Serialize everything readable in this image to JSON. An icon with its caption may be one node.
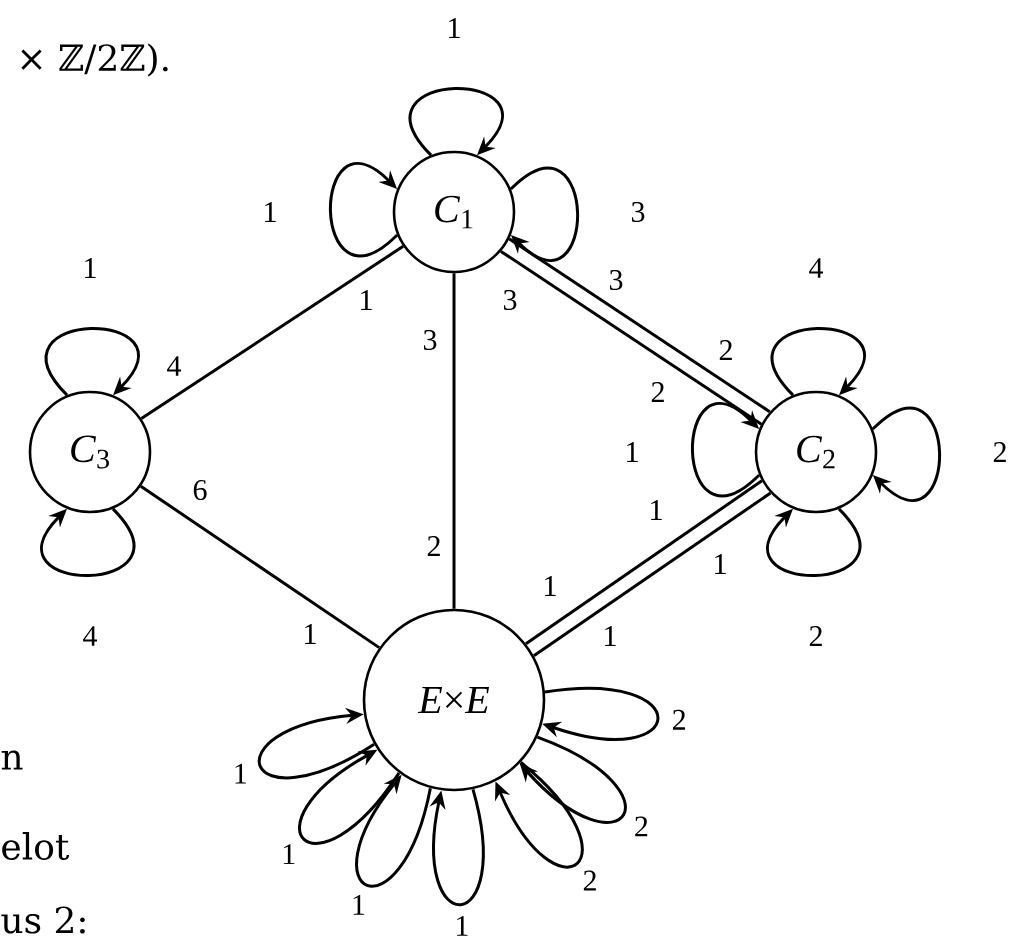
{
  "diagram": {
    "nodes": [
      {
        "text": [
          "*C*$_{1}$"
        ]
      },
      {
        "text": [
          "*C*$_{2}$"
        ]
      },
      {
        "text": [
          "*C*$_{3}$"
        ]
      },
      {
        "text": [
          "*E*×*E*"
        ]
      }
    ],
    "edges": [
      {
        "from": 0,
        "to": 2,
        "arrow": "none"
      },
      {
        "from": 0,
        "to": 3,
        "arrow": "none"
      },
      {
        "from": 0,
        "to": 1,
        "arrow": "none"
      },
      {
        "from": 0,
        "to": 1,
        "arrow": "none"
      },
      {
        "from": 2,
        "to": 3,
        "arrow": "none"
      },
      {
        "from": 1,
        "to": 3,
        "arrow": "none"
      },
      {
        "from": 1,
        "to": 3,
        "arrow": "none"
      },
      {
        "from": 0,
        "to": 0,
        "arrow": "to",
        "label": "1"
      },
      {
        "from": 0,
        "to": 0,
        "arrow": "to",
        "label": "1"
      },
      {
        "from": 0,
        "to": 0,
        "arrow": "to",
        "label": "3"
      },
      {
        "from": 1,
        "to": 1,
        "arrow": "to",
        "label": "4"
      },
      {
        "from": 1,
        "to": 1,
        "arrow": "to",
        "label": "1"
      },
      {
        "from": 1,
        "to": 1,
        "arrow": "to",
        "label": "2"
      },
      {
        "from": 1,
        "to": 1,
        "arrow": "to",
        "label": "2"
      },
      {
        "from": 2,
        "to": 2,
        "arrow": "to",
        "label": "1"
      },
      {
        "from": 2,
        "to": 2,
        "arrow": "to",
        "label": "4"
      },
      {
        "from": 3,
        "to": 3,
        "arrow": "to",
        "label": "1"
      },
      {
        "from": 3,
        "to": 3,
        "arrow": "to",
        "label": "1"
      },
      {
        "from": 3,
        "to": 3,
        "arrow": "to",
        "label": "1"
      },
      {
        "from": 3,
        "to": 3,
        "arrow": "to",
        "label": "1"
      },
      {
        "from": 3,
        "to": 3,
        "arrow": "to",
        "label": "2"
      },
      {
        "from": 3,
        "to": 3,
        "arrow": "to",
        "label": "2"
      },
      {
        "from": 3,
        "to": 3,
        "arrow": "to",
        "label": "2"
      }
    ],
    "labels": [
      "× ℤ/2ℤ).",
      "3",
      "3",
      "1",
      "3",
      "2",
      "4",
      "2",
      "6",
      "1",
      "2",
      "1",
      "1",
      "1",
      "1",
      "n",
      "elot",
      "us 2:"
    ]
  }
}
